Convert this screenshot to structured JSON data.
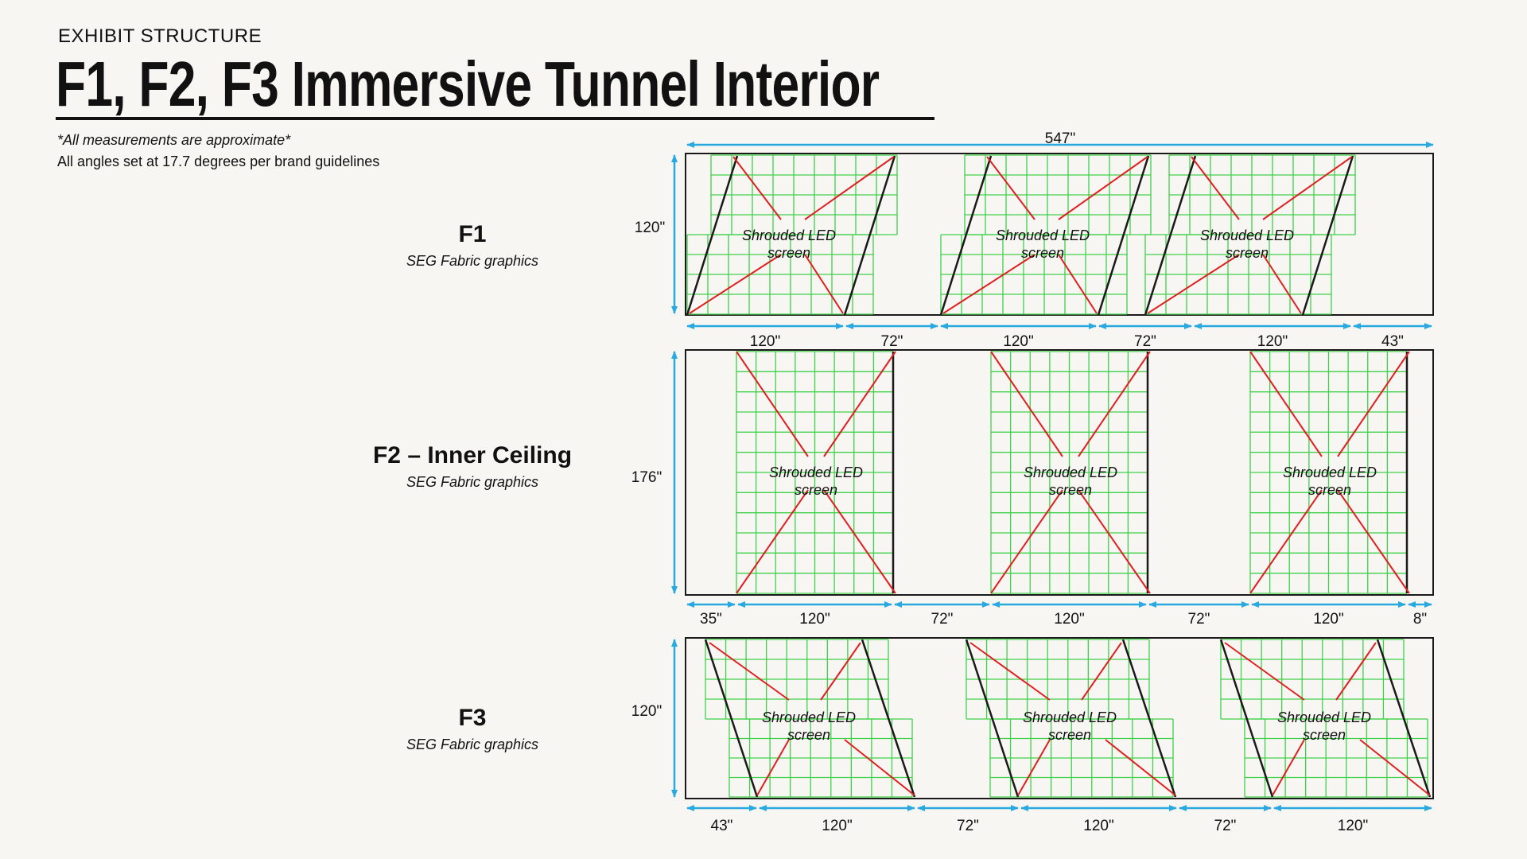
{
  "header": {
    "kicker": "EXHIBIT STRUCTURE",
    "title": "F1, F2, F3 Immersive Tunnel Interior",
    "note_approx": "*All measurements are approximate*",
    "note_angles": "All angles set at 17.7 degrees per brand guidelines"
  },
  "sections": {
    "f1": {
      "name": "F1",
      "sub": "SEG Fabric graphics"
    },
    "f2": {
      "name": "F2 – Inner Ceiling",
      "sub": "SEG Fabric graphics"
    },
    "f3": {
      "name": "F3",
      "sub": "SEG Fabric graphics"
    }
  },
  "screen_label_line1": "Shrouded LED",
  "screen_label_line2": "screen",
  "dimensions": {
    "overall_width": "547\"",
    "f1_height": "120\"",
    "f2_height": "176\"",
    "f3_height": "120\"",
    "f1_widths": [
      "120\"",
      "72\"",
      "120\"",
      "72\"",
      "120\"",
      "43\""
    ],
    "f2_widths": [
      "35\"",
      "120\"",
      "72\"",
      "120\"",
      "72\"",
      "120\"",
      "8\""
    ],
    "f3_widths": [
      "43\"",
      "120\"",
      "72\"",
      "120\"",
      "72\"",
      "120\""
    ]
  },
  "colors": {
    "dimension": "#29a9e0",
    "grid": "#3fd14a",
    "cut_line": "#e02020",
    "frame": "#1a1a1a"
  }
}
